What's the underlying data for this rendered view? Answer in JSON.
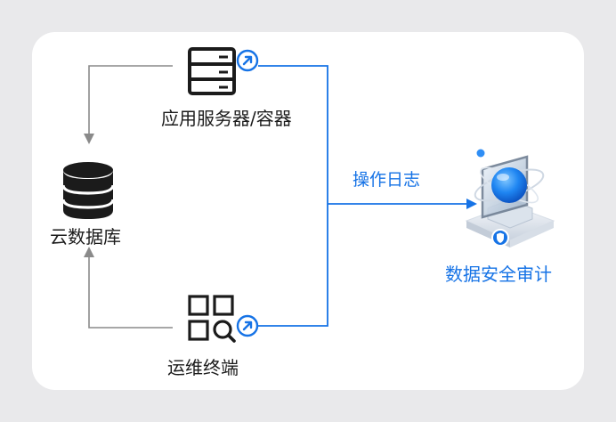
{
  "nodes": {
    "server": "应用服务器/容器",
    "database": "云数据库",
    "terminal": "运维终端",
    "audit": "数据安全审计"
  },
  "edge_label": "操作日志",
  "icons": {
    "server": "server-rack-icon",
    "database": "database-icon",
    "terminal": "app-grid-search-icon",
    "audit": "security-audit-sphere-icon",
    "badge": "arrow-up-right-badge-icon"
  },
  "colors": {
    "accent": "#1673e6",
    "gray_line": "#8a8a8a",
    "text": "#1b1b1b",
    "background": "#e9e9eb"
  }
}
